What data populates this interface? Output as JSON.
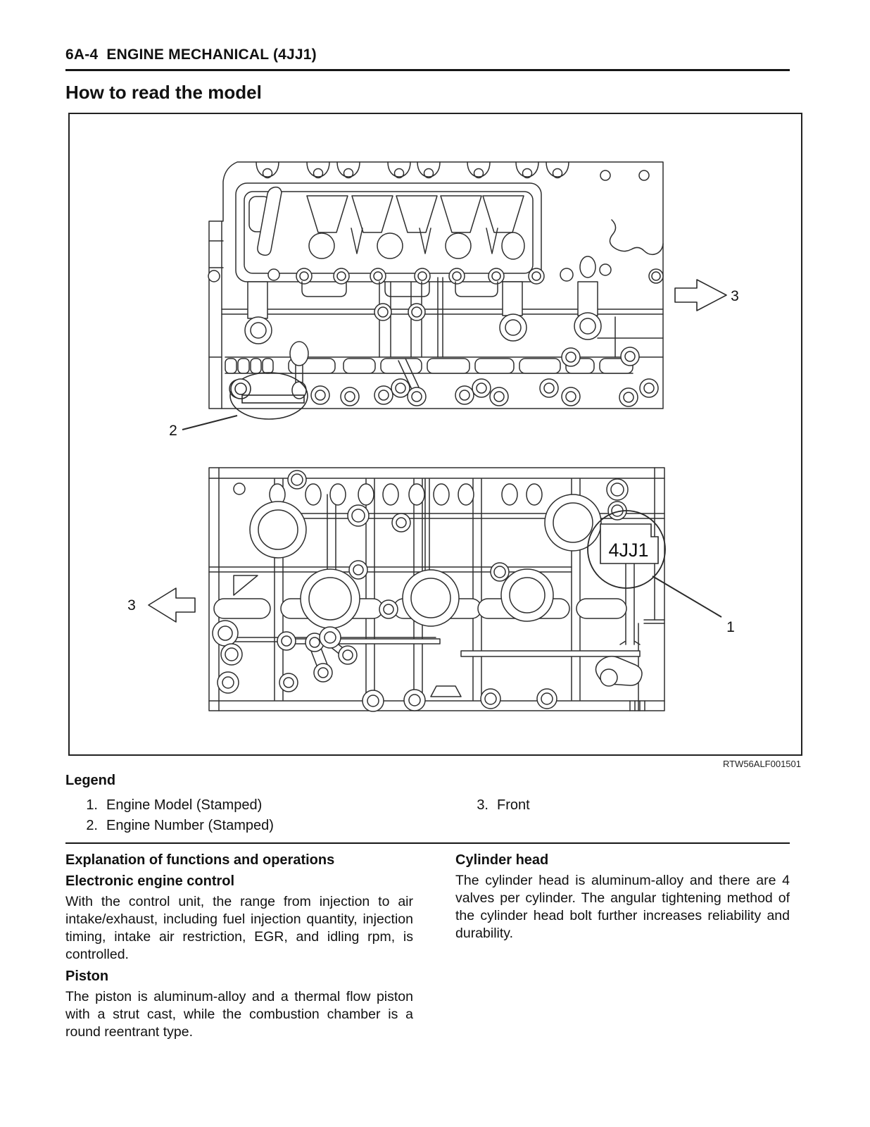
{
  "header": {
    "breadcrumb": "6A-4  ENGINE MECHANICAL (4JJ1)",
    "title": "How to read the model"
  },
  "figure": {
    "code": "RTW56ALF001501",
    "stamp": "4JJ1",
    "callouts": {
      "engine_model": "1",
      "engine_number": "2",
      "front_top": "3",
      "front_bottom": "3"
    }
  },
  "legend": {
    "heading": "Legend",
    "items": [
      {
        "num": "1.",
        "label": "Engine Model (Stamped)"
      },
      {
        "num": "2.",
        "label": "Engine Number (Stamped)"
      },
      {
        "num": "3.",
        "label": "Front"
      }
    ]
  },
  "sections": {
    "left": {
      "heading": "Explanation of functions and operations",
      "sub1_heading": "Electronic engine control",
      "sub1_body": "With the control unit, the range from injection to air intake/exhaust, including fuel injection quantity, injection timing, intake air restriction, EGR, and idling rpm, is controlled.",
      "sub2_heading": "Piston",
      "sub2_body": "The piston is aluminum-alloy and a thermal flow piston with a strut cast, while the combustion chamber is a round reentrant type."
    },
    "right": {
      "heading": "Cylinder head",
      "body": "The cylinder head is aluminum-alloy and there are 4 valves per cylinder. The angular tightening method of the cylinder head bolt further increases reliability and durability."
    }
  }
}
